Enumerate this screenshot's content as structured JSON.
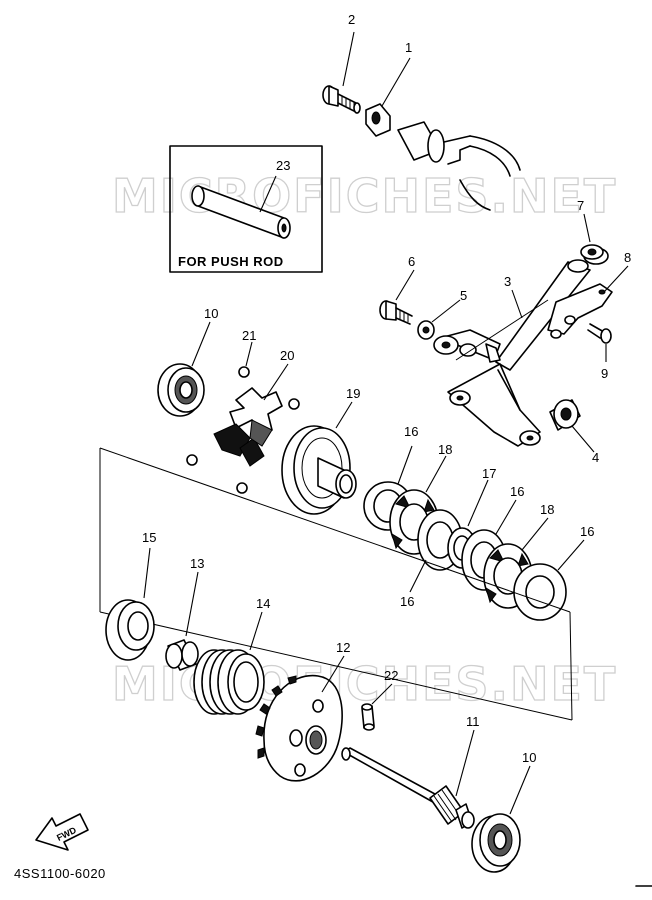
{
  "watermark": {
    "text_top": "MICROFICHES.NET",
    "text_bottom": "MICROFICHES.NET"
  },
  "inset": {
    "callout": "23",
    "label": "FOR PUSH ROD"
  },
  "callouts": {
    "c1": "1",
    "c2": "2",
    "c3": "3",
    "c4": "4",
    "c5": "5",
    "c6": "6",
    "c7": "7",
    "c8": "8",
    "c9": "9",
    "c10a": "10",
    "c10b": "10",
    "c11": "11",
    "c12": "12",
    "c13": "13",
    "c14": "14",
    "c15": "15",
    "c16a": "16",
    "c16b": "16",
    "c16c": "16",
    "c16d": "16",
    "c17": "17",
    "c18a": "18",
    "c18b": "18",
    "c19": "19",
    "c20": "20",
    "c21": "21",
    "c22": "22"
  },
  "fwd_arrow": {
    "label": "FWD"
  },
  "drawing_number": "4SS1100-6020"
}
